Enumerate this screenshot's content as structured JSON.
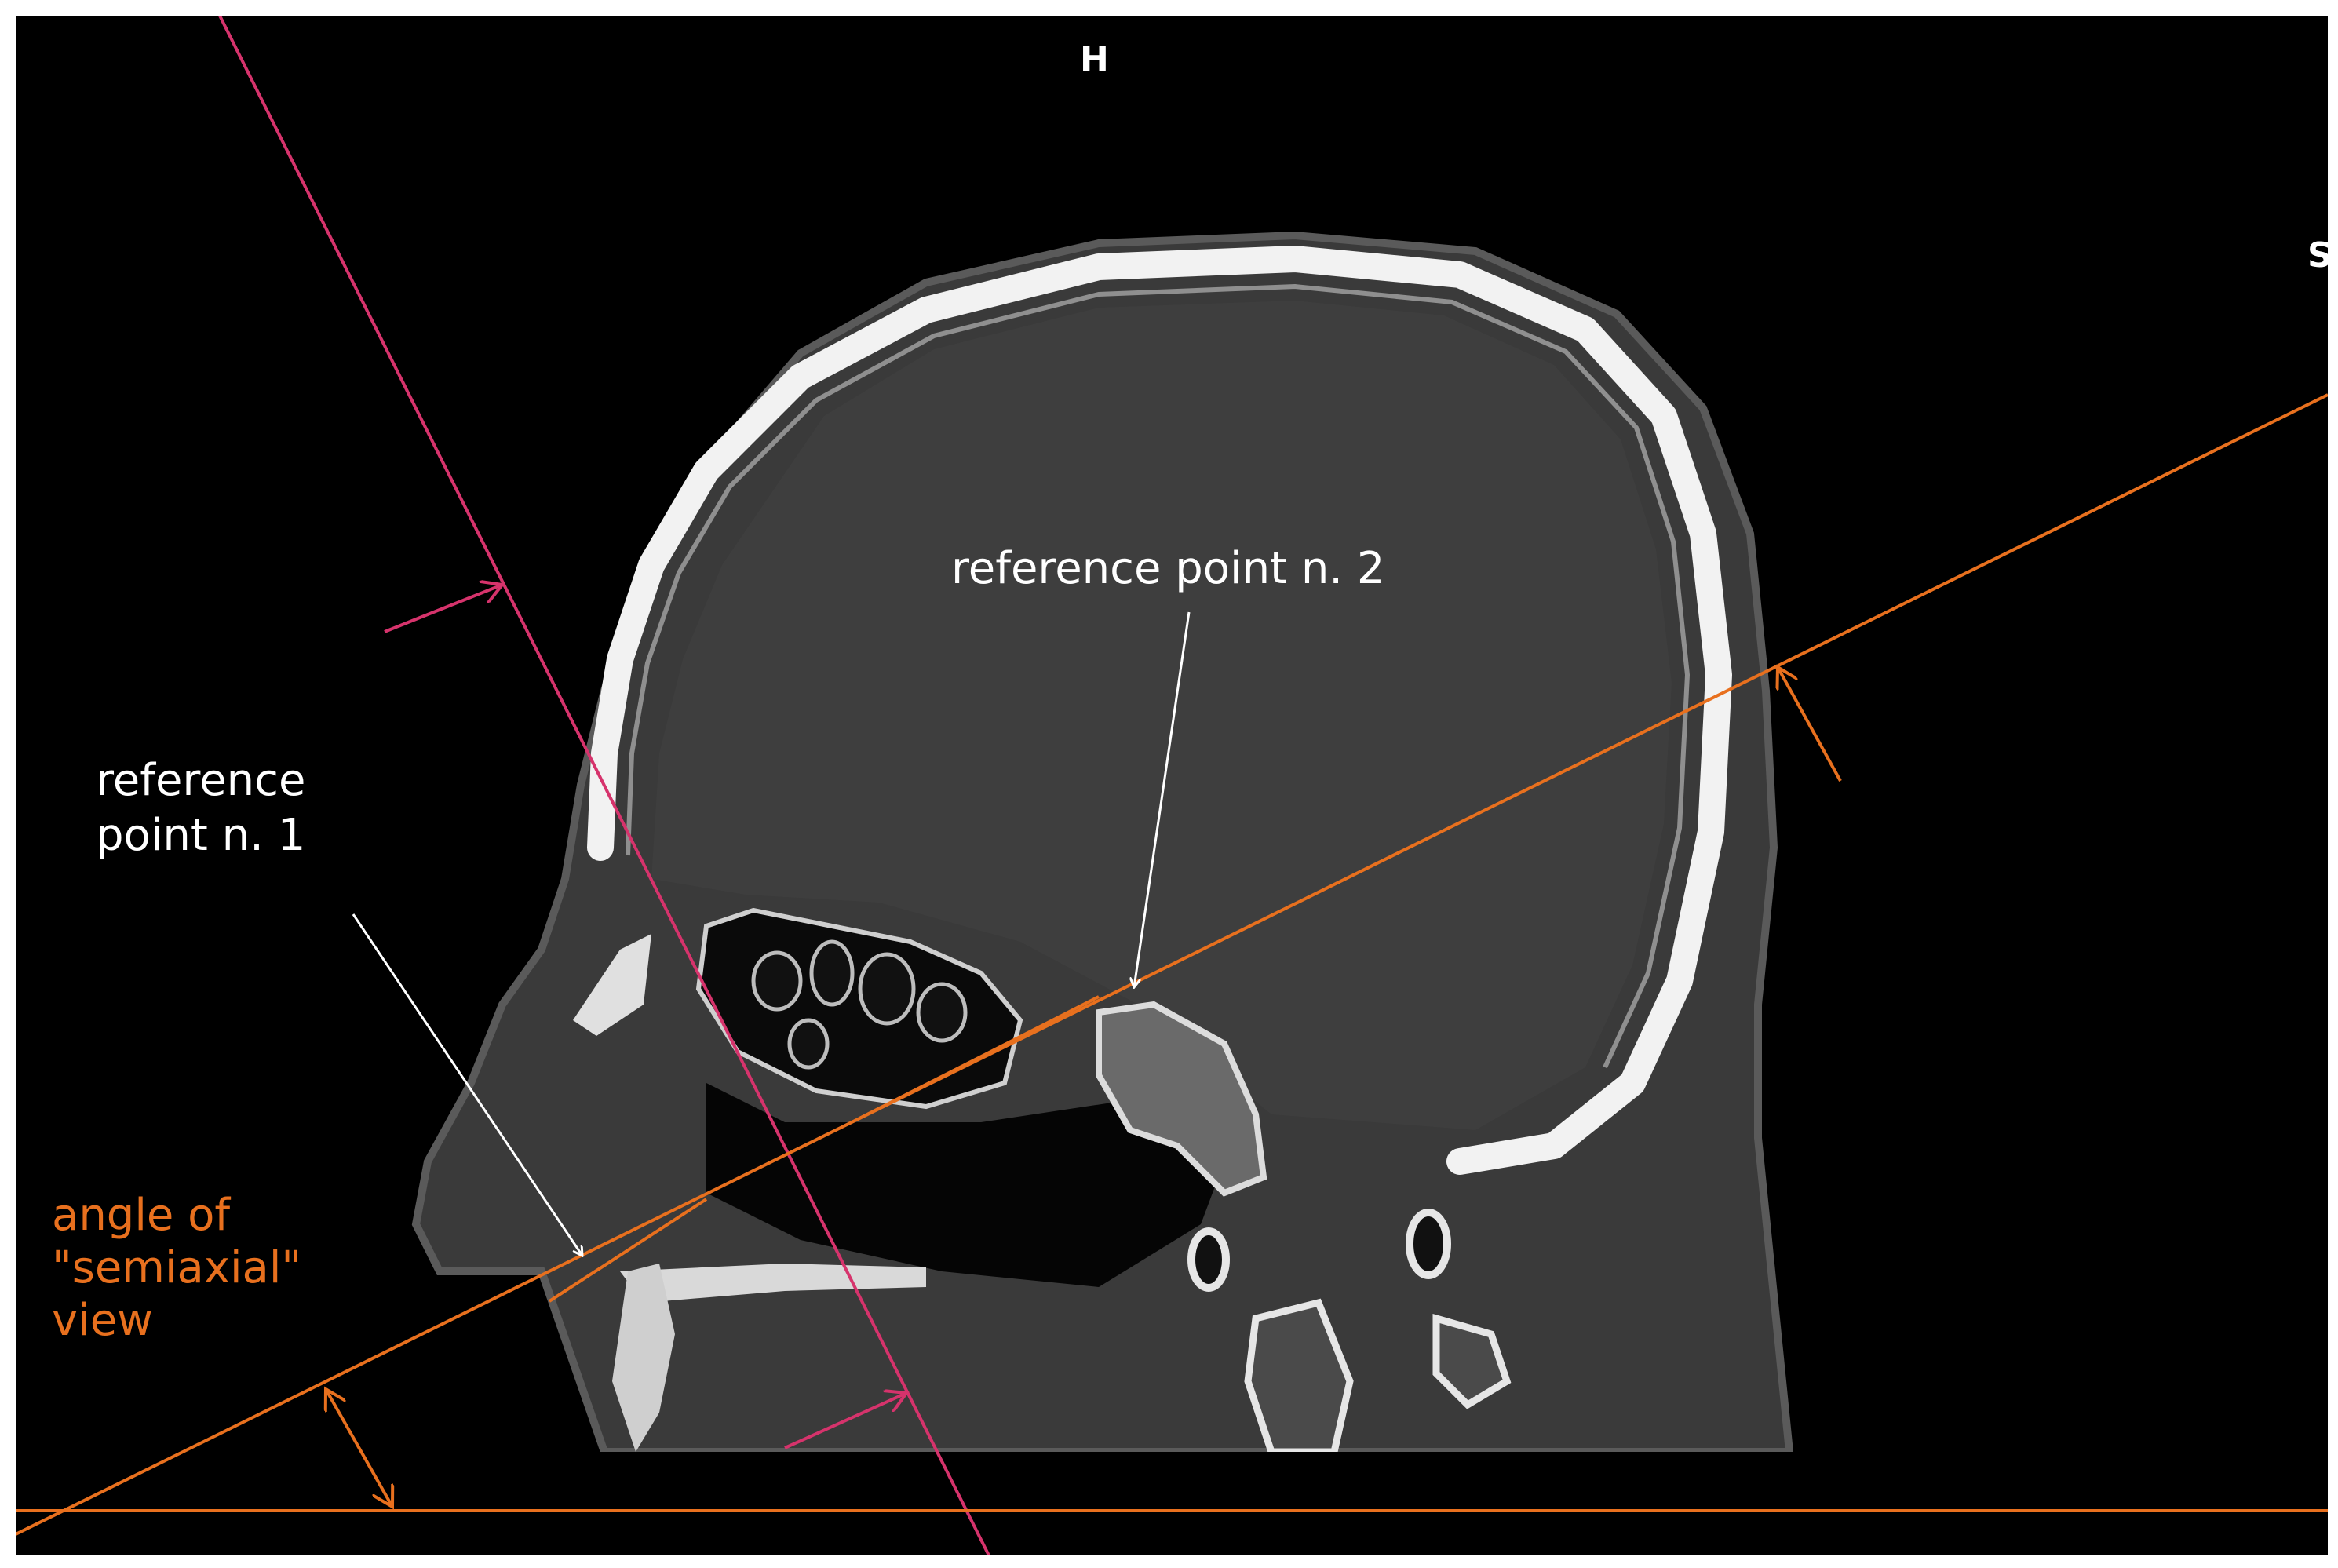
{
  "orientation": {
    "top": "H",
    "right": "S"
  },
  "labels": {
    "ref1": "reference\npoint n. 1",
    "ref2": "reference point n. 2",
    "angle": "angle of\n\"semiaxial\"\nview"
  },
  "colors": {
    "background": "#000000",
    "tissue": "#3a3a3a",
    "bone": "#f2f2f2",
    "orange_lines": "#e8701e",
    "magenta_lines": "#d6336c",
    "annotation_text": "#ffffff"
  },
  "content": {
    "image": "sagittal CT of head with skull, paranasal sinuses and cervical vertebrae"
  }
}
